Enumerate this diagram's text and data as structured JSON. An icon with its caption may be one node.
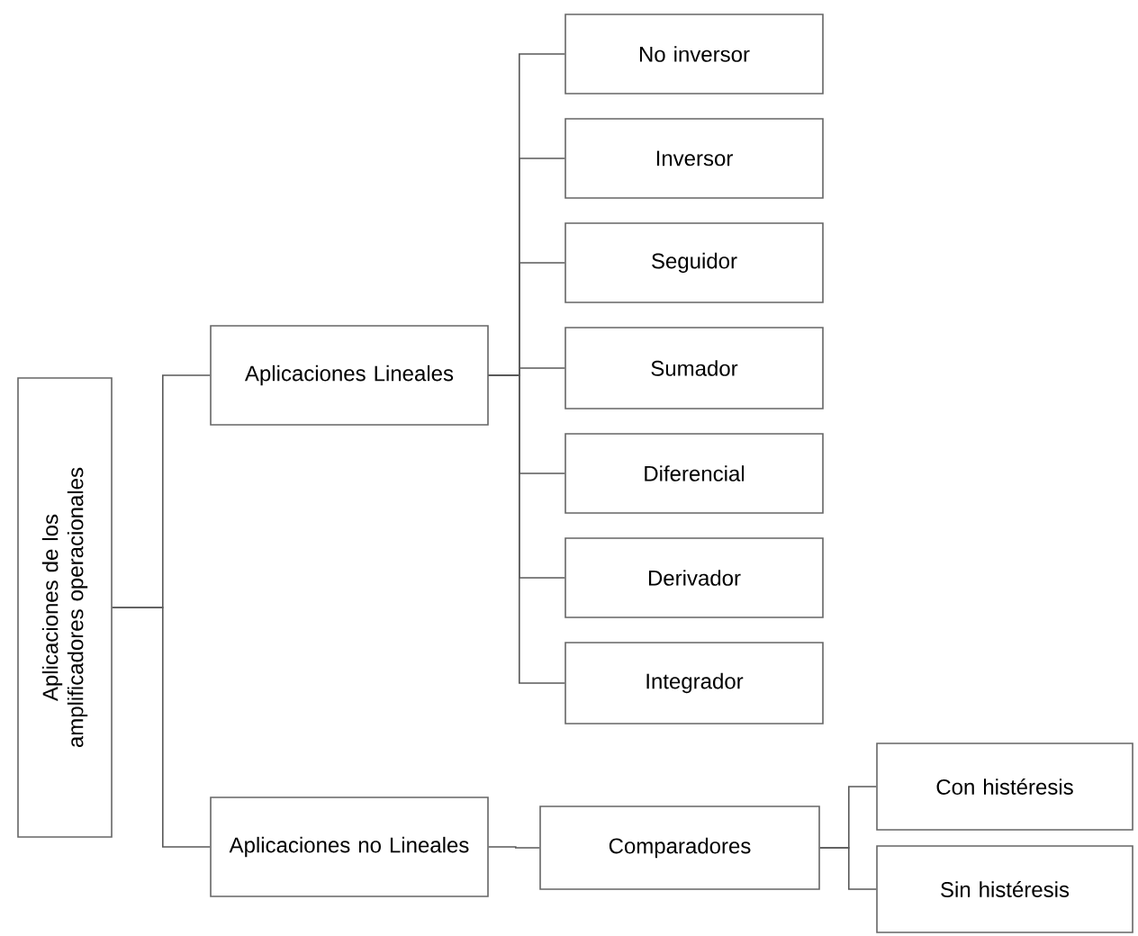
{
  "diagram": {
    "nodes": [
      {
        "text": [
          "Aplicaciones de los amplificadores operacionales"
        ]
      },
      {
        "text": [
          "Aplicaciones Lineales"
        ]
      },
      {
        "text": [
          "No inversor"
        ]
      },
      {
        "text": [
          "Inversor"
        ]
      },
      {
        "text": [
          "Seguidor"
        ]
      },
      {
        "text": [
          "Sumador"
        ]
      },
      {
        "text": [
          "Diferencial"
        ]
      },
      {
        "text": [
          "Derivador"
        ]
      },
      {
        "text": [
          "Integrador"
        ]
      },
      {
        "text": [
          "Aplicaciones no Lineales"
        ]
      },
      {
        "text": [
          "Comparadores"
        ]
      },
      {
        "text": [
          "Con histéresis"
        ]
      },
      {
        "text": [
          "Sin histéresis"
        ]
      }
    ],
    "edges": [
      {
        "from": 0,
        "to": 1,
        "arrow": "none"
      },
      {
        "from": 0,
        "to": 9,
        "arrow": "none"
      },
      {
        "from": 1,
        "to": 2,
        "arrow": "none"
      },
      {
        "from": 1,
        "to": 3,
        "arrow": "none"
      },
      {
        "from": 1,
        "to": 4,
        "arrow": "none"
      },
      {
        "from": 1,
        "to": 5,
        "arrow": "none"
      },
      {
        "from": 1,
        "to": 6,
        "arrow": "none"
      },
      {
        "from": 1,
        "to": 7,
        "arrow": "none"
      },
      {
        "from": 1,
        "to": 8,
        "arrow": "none"
      },
      {
        "from": 9,
        "to": 10,
        "arrow": "none"
      },
      {
        "from": 10,
        "to": 11,
        "arrow": "none"
      },
      {
        "from": 10,
        "to": 12,
        "arrow": "none"
      }
    ]
  }
}
